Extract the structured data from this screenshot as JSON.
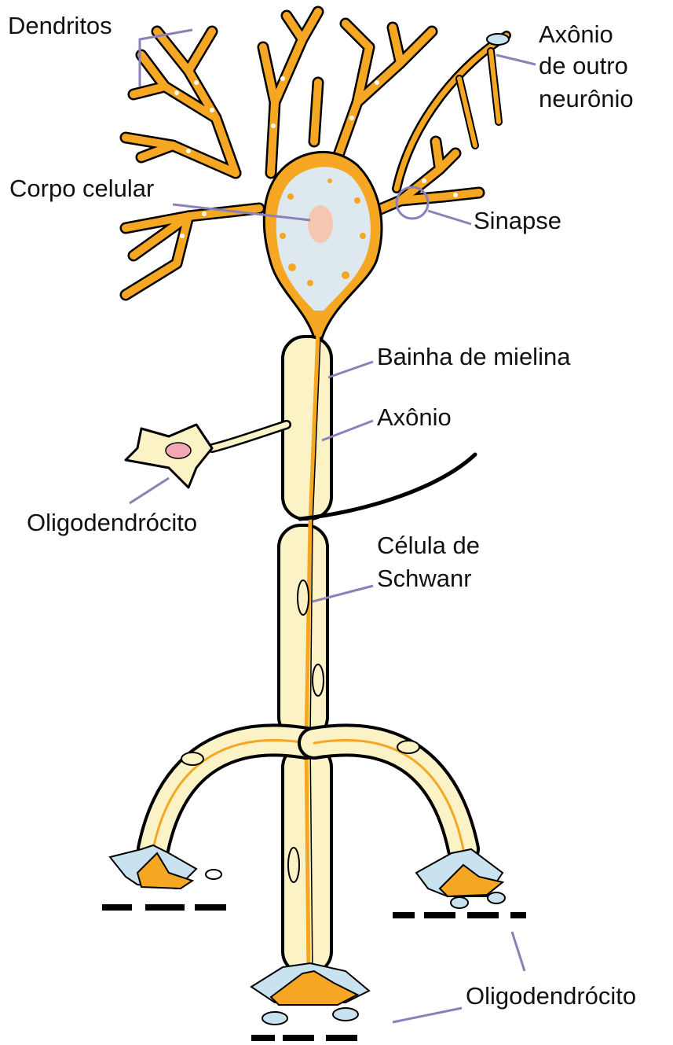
{
  "labels": {
    "dendritos": "Dendritos",
    "axonio_outro_1": "Axônio",
    "axonio_outro_2": "de outro",
    "axonio_outro_3": "neurônio",
    "corpo_celular": "Corpo celular",
    "sinapse": "Sinapse",
    "bainha_mielina": "Bainha de mielina",
    "axonio": "Axônio",
    "oligodendrocito_1": "Oligodendrócito",
    "celula_schwann_1": "Célula de",
    "celula_schwann_2": "Schwanr",
    "oligodendrocito_2": "Oligodendrócito"
  },
  "colors": {
    "orange": "#f5a623",
    "cream": "#fbf3c6",
    "soma_blue": "#dde9ef",
    "light_blue": "#c9e2ef",
    "nucleus_pink": "#f2a8b5",
    "leader_purple": "#8b80b8",
    "outline": "#000000"
  }
}
